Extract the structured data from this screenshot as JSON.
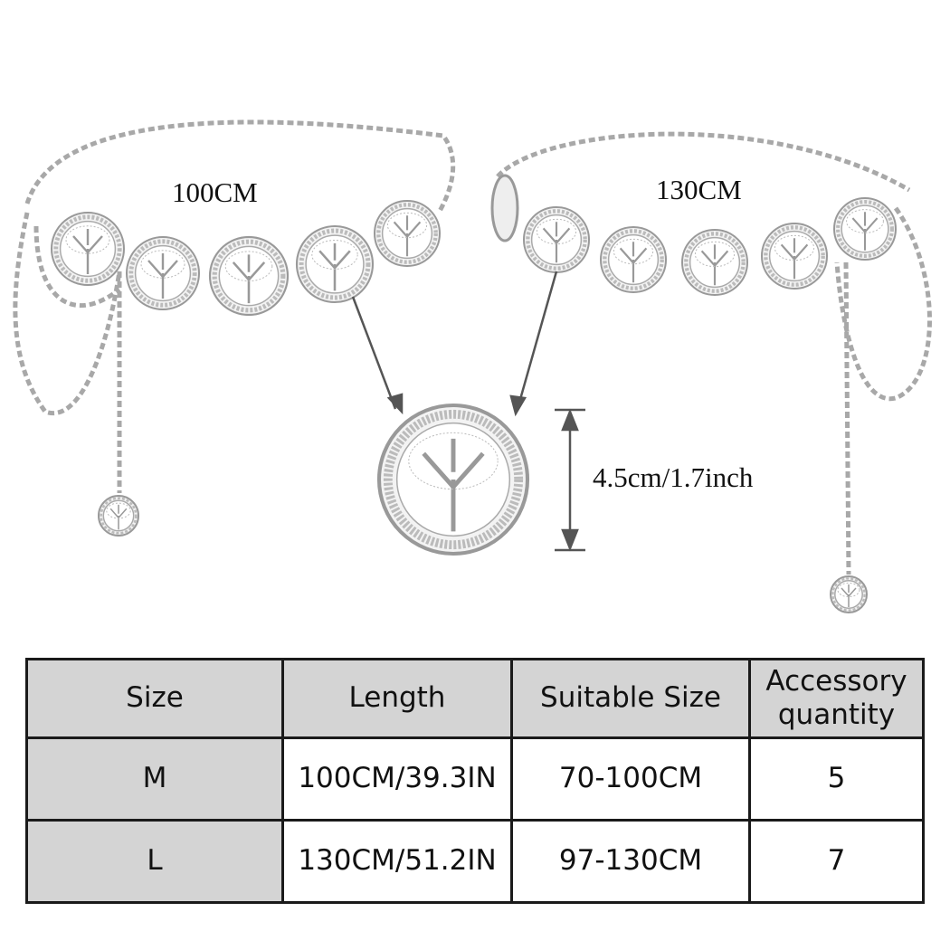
{
  "labels": {
    "belt_m": "100CM",
    "belt_l": "130CM",
    "diameter": "4.5cm/1.7inch"
  },
  "table": {
    "headers": [
      "Size",
      "Length",
      "Suitable Size",
      "Accessory quantity"
    ],
    "rows": [
      {
        "size": "M",
        "length": "100CM/39.3IN",
        "suitable": "70-100CM",
        "qty": "5"
      },
      {
        "size": "L",
        "length": "130CM/51.2IN",
        "suitable": "97-130CM",
        "qty": "7"
      }
    ]
  },
  "colors": {
    "header_bg": "#d4d4d4",
    "border": "#1a1a1a",
    "silver": "#9a9a9a"
  }
}
